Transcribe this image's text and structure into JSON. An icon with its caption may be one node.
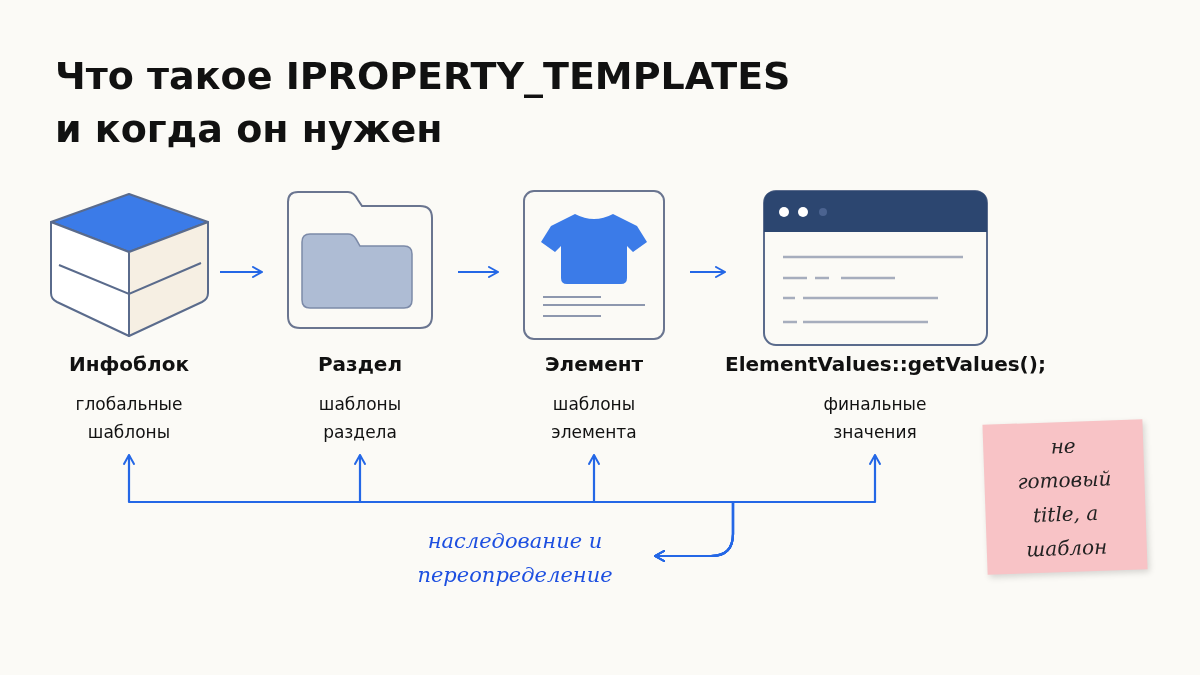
{
  "diagram": {
    "title": "Что такое IPROPERTY_TEMPLATES и когда он нужен",
    "nodes": [
      {
        "text": [
          "Инфоблок",
          "глобальные шаблоны"
        ]
      },
      {
        "text": [
          "Раздел",
          "шаблоны раздела"
        ]
      },
      {
        "text": [
          "Элемент",
          "шаблоны элемента"
        ]
      },
      {
        "text": [
          "ElementValues::getValues();",
          "финальные значения"
        ]
      },
      {
        "text": [
          "наследование и переопределение"
        ]
      },
      {
        "text": [
          "не готовый title, а шаблон"
        ]
      }
    ],
    "edges": [
      {
        "from": 0,
        "to": 1,
        "arrow": "to"
      },
      {
        "from": 1,
        "to": 2,
        "arrow": "to"
      },
      {
        "from": 2,
        "to": 3,
        "arrow": "to"
      },
      {
        "from": 4,
        "to": 0,
        "arrow": "both"
      },
      {
        "from": 4,
        "to": 1,
        "arrow": "both"
      },
      {
        "from": 4,
        "to": 2,
        "arrow": "both"
      },
      {
        "from": 4,
        "to": 3,
        "arrow": "both"
      }
    ]
  }
}
